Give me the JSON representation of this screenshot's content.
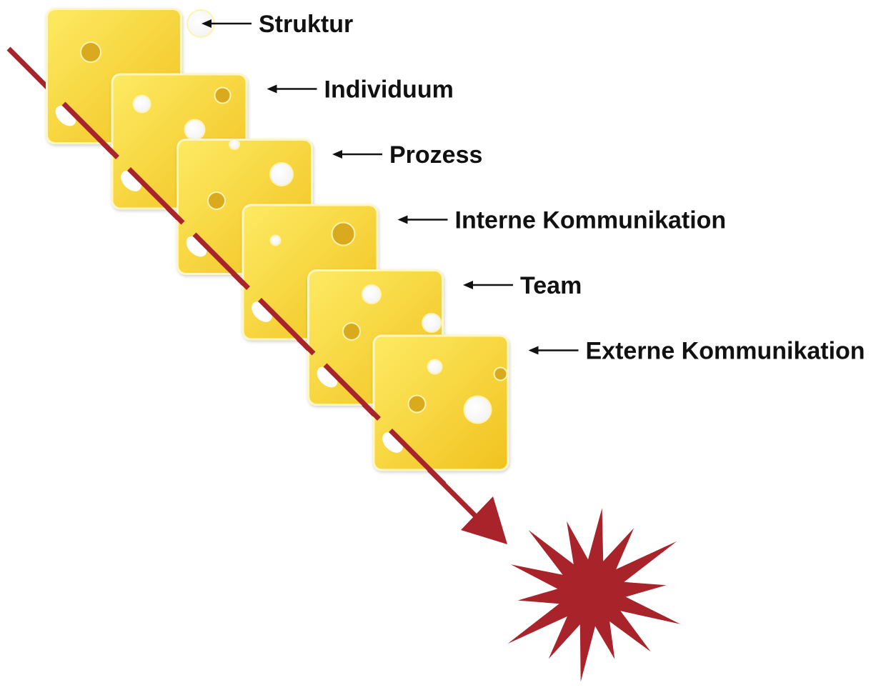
{
  "diagram": {
    "slices": [
      {
        "label": "Struktur"
      },
      {
        "label": "Individuum"
      },
      {
        "label": "Prozess"
      },
      {
        "label": "Interne Kommunikation"
      },
      {
        "label": "Team"
      },
      {
        "label": "Externe Kommunikation"
      }
    ],
    "colors": {
      "cheese_light": "#fbe24d",
      "cheese_dark": "#f2c420",
      "cheese_rim": "#fff6c2",
      "hole_fill": "#ffffff",
      "hole_inner": "#d9a91e",
      "trajectory": "#a8232a",
      "impact": "#a8232a",
      "label_text": "#111111"
    },
    "icons": {
      "slice": "cheese-slice-icon",
      "pointer": "left-arrow-icon",
      "trajectory": "hazard-arrow-icon",
      "impact": "explosion-burst-icon"
    }
  }
}
